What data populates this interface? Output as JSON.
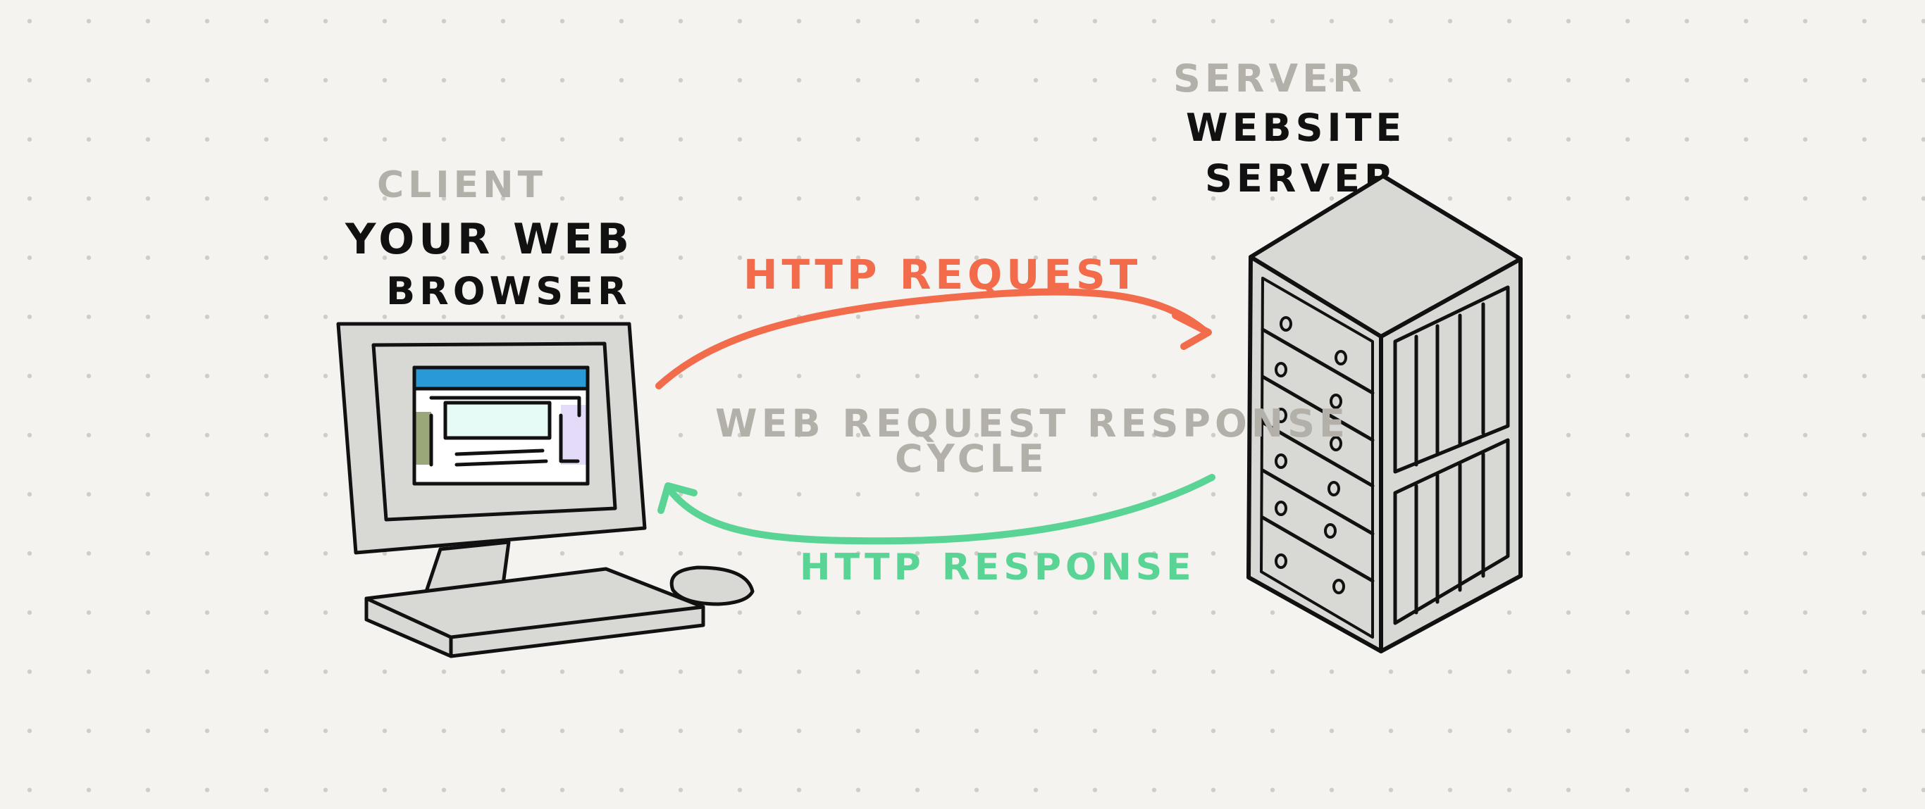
{
  "client": {
    "role_label": "CLIENT",
    "name_line1": "YOUR WEB",
    "name_line2": "BROWSER"
  },
  "server": {
    "role_label": "SERVER",
    "name_line1": "WEBSITE",
    "name_line2": "SERVER"
  },
  "request": {
    "label": "HTTP  REQUEST",
    "color": "#f26b4b"
  },
  "response": {
    "label": "HTTP  RESPONSE",
    "color": "#5ad494"
  },
  "cycle": {
    "line1": "WEB REQUEST RESPONSE",
    "line2": "CYCLE"
  },
  "colors": {
    "background": "#f4f3f0",
    "dot": "#cfcdc8",
    "muted_text": "#b3b0a9",
    "ink": "#111111",
    "device_gray": "#d8d8d5",
    "browser_bar": "#2a9ad6",
    "browser_content": "#e6fbf6",
    "browser_sidebar": "#9aa879",
    "browser_right_panel": "#e3dbf8"
  }
}
